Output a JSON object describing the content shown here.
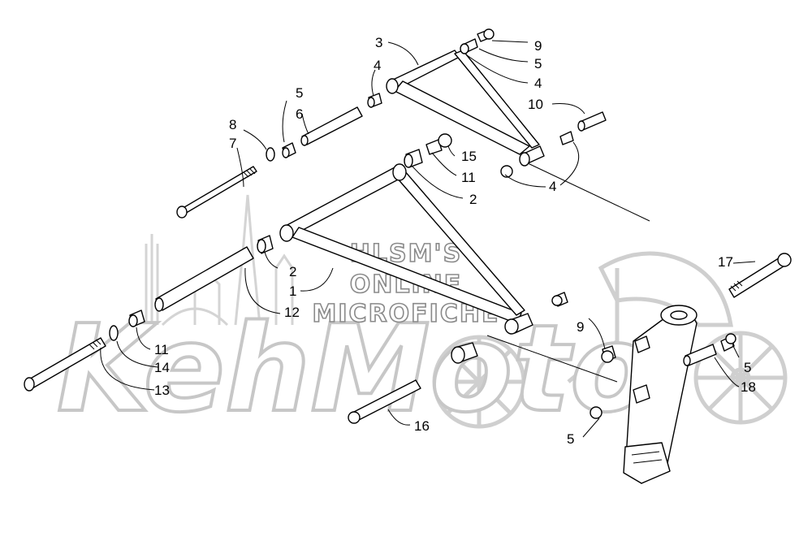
{
  "watermark": {
    "line1": "HLSM'S",
    "line2": "ONLINE",
    "line3": "MICROFICHE",
    "brand": "KehMoto"
  },
  "callouts": [
    {
      "id": "c3",
      "label": "3"
    },
    {
      "id": "c4a",
      "label": "4"
    },
    {
      "id": "c9a",
      "label": "9"
    },
    {
      "id": "c5a",
      "label": "5"
    },
    {
      "id": "c4b",
      "label": "4"
    },
    {
      "id": "c10",
      "label": "10"
    },
    {
      "id": "c5b",
      "label": "5"
    },
    {
      "id": "c6",
      "label": "6"
    },
    {
      "id": "c8",
      "label": "8"
    },
    {
      "id": "c7",
      "label": "7"
    },
    {
      "id": "c15",
      "label": "15"
    },
    {
      "id": "c11a",
      "label": "11"
    },
    {
      "id": "c2a",
      "label": "2"
    },
    {
      "id": "c4c",
      "label": "4"
    },
    {
      "id": "c2b",
      "label": "2"
    },
    {
      "id": "c1",
      "label": "1"
    },
    {
      "id": "c12",
      "label": "12"
    },
    {
      "id": "c17",
      "label": "17"
    },
    {
      "id": "c9b",
      "label": "9"
    },
    {
      "id": "c11b",
      "label": "11"
    },
    {
      "id": "c14",
      "label": "14"
    },
    {
      "id": "c13",
      "label": "13"
    },
    {
      "id": "c16",
      "label": "16"
    },
    {
      "id": "c5c",
      "label": "5"
    },
    {
      "id": "c18",
      "label": "18"
    },
    {
      "id": "c5d",
      "label": "5"
    }
  ]
}
